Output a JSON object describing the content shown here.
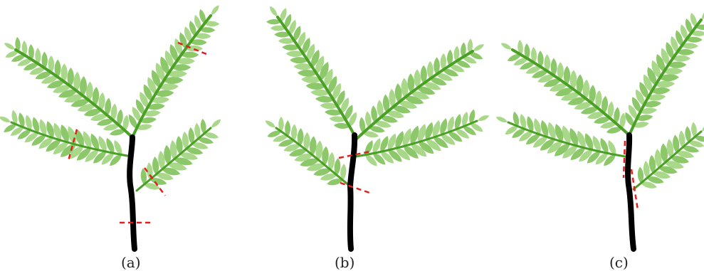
{
  "figure": {
    "panels": [
      {
        "label": "(a)",
        "cut_count": 4
      },
      {
        "label": "(b)",
        "cut_count": 2
      },
      {
        "label": "(c)",
        "cut_count": 2
      }
    ],
    "colors": {
      "leaf": "#a9d88a",
      "leaf_dark": "#8cc86a",
      "branch": "#4aa024",
      "trunk": "#000000",
      "cut_mark": "#e02020",
      "label": "#222222"
    }
  }
}
